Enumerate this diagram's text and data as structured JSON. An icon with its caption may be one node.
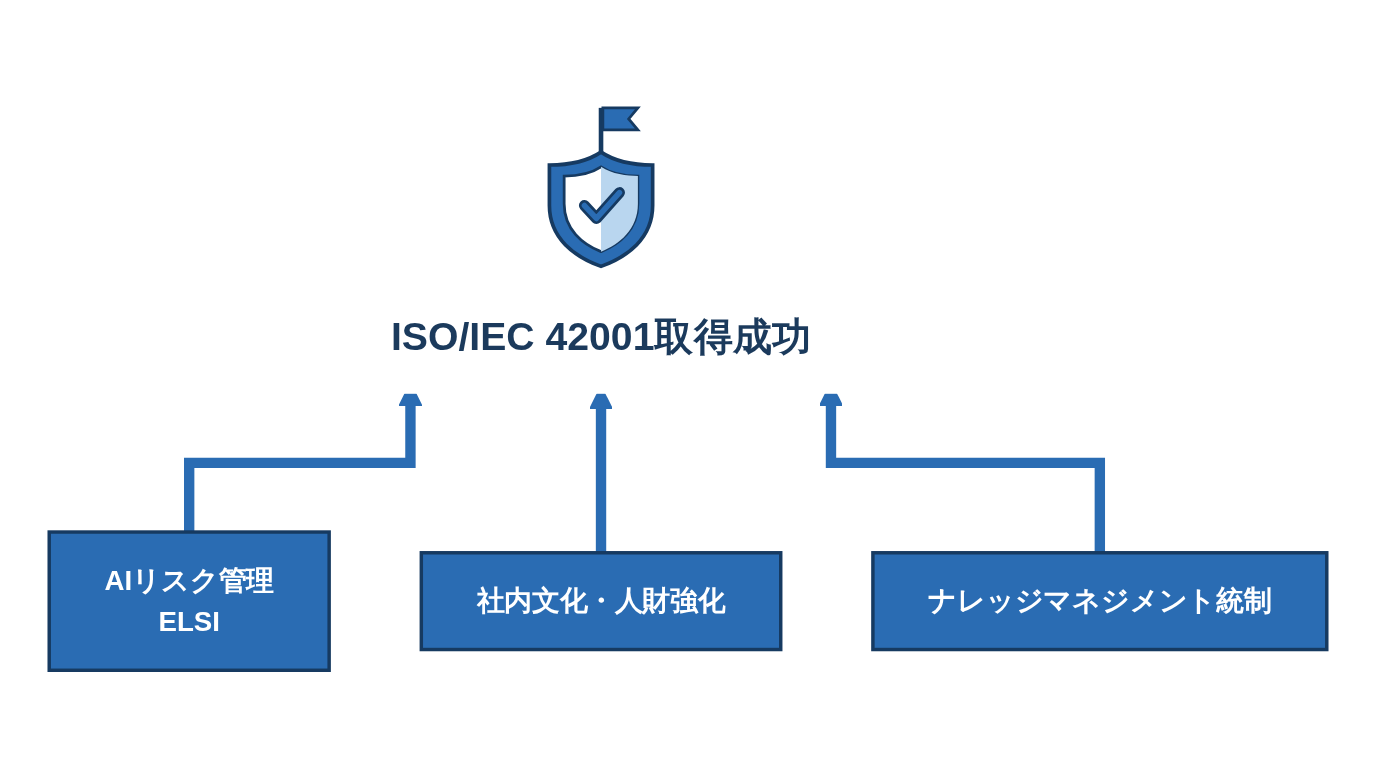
{
  "diagram": {
    "nodes": [
      {
        "text": [
          "ISO/IEC 42001取得成功"
        ]
      },
      {
        "text": [
          "AIリスク管理",
          "ELSI"
        ]
      },
      {
        "text": [
          "社内文化・人財強化"
        ]
      },
      {
        "text": [
          "ナレッジマネジメント統制"
        ]
      }
    ],
    "edges": [
      {
        "from": 1,
        "to": 0,
        "arrow": "to"
      },
      {
        "from": 2,
        "to": 0,
        "arrow": "to"
      },
      {
        "from": 3,
        "to": 0,
        "arrow": "to"
      }
    ]
  }
}
